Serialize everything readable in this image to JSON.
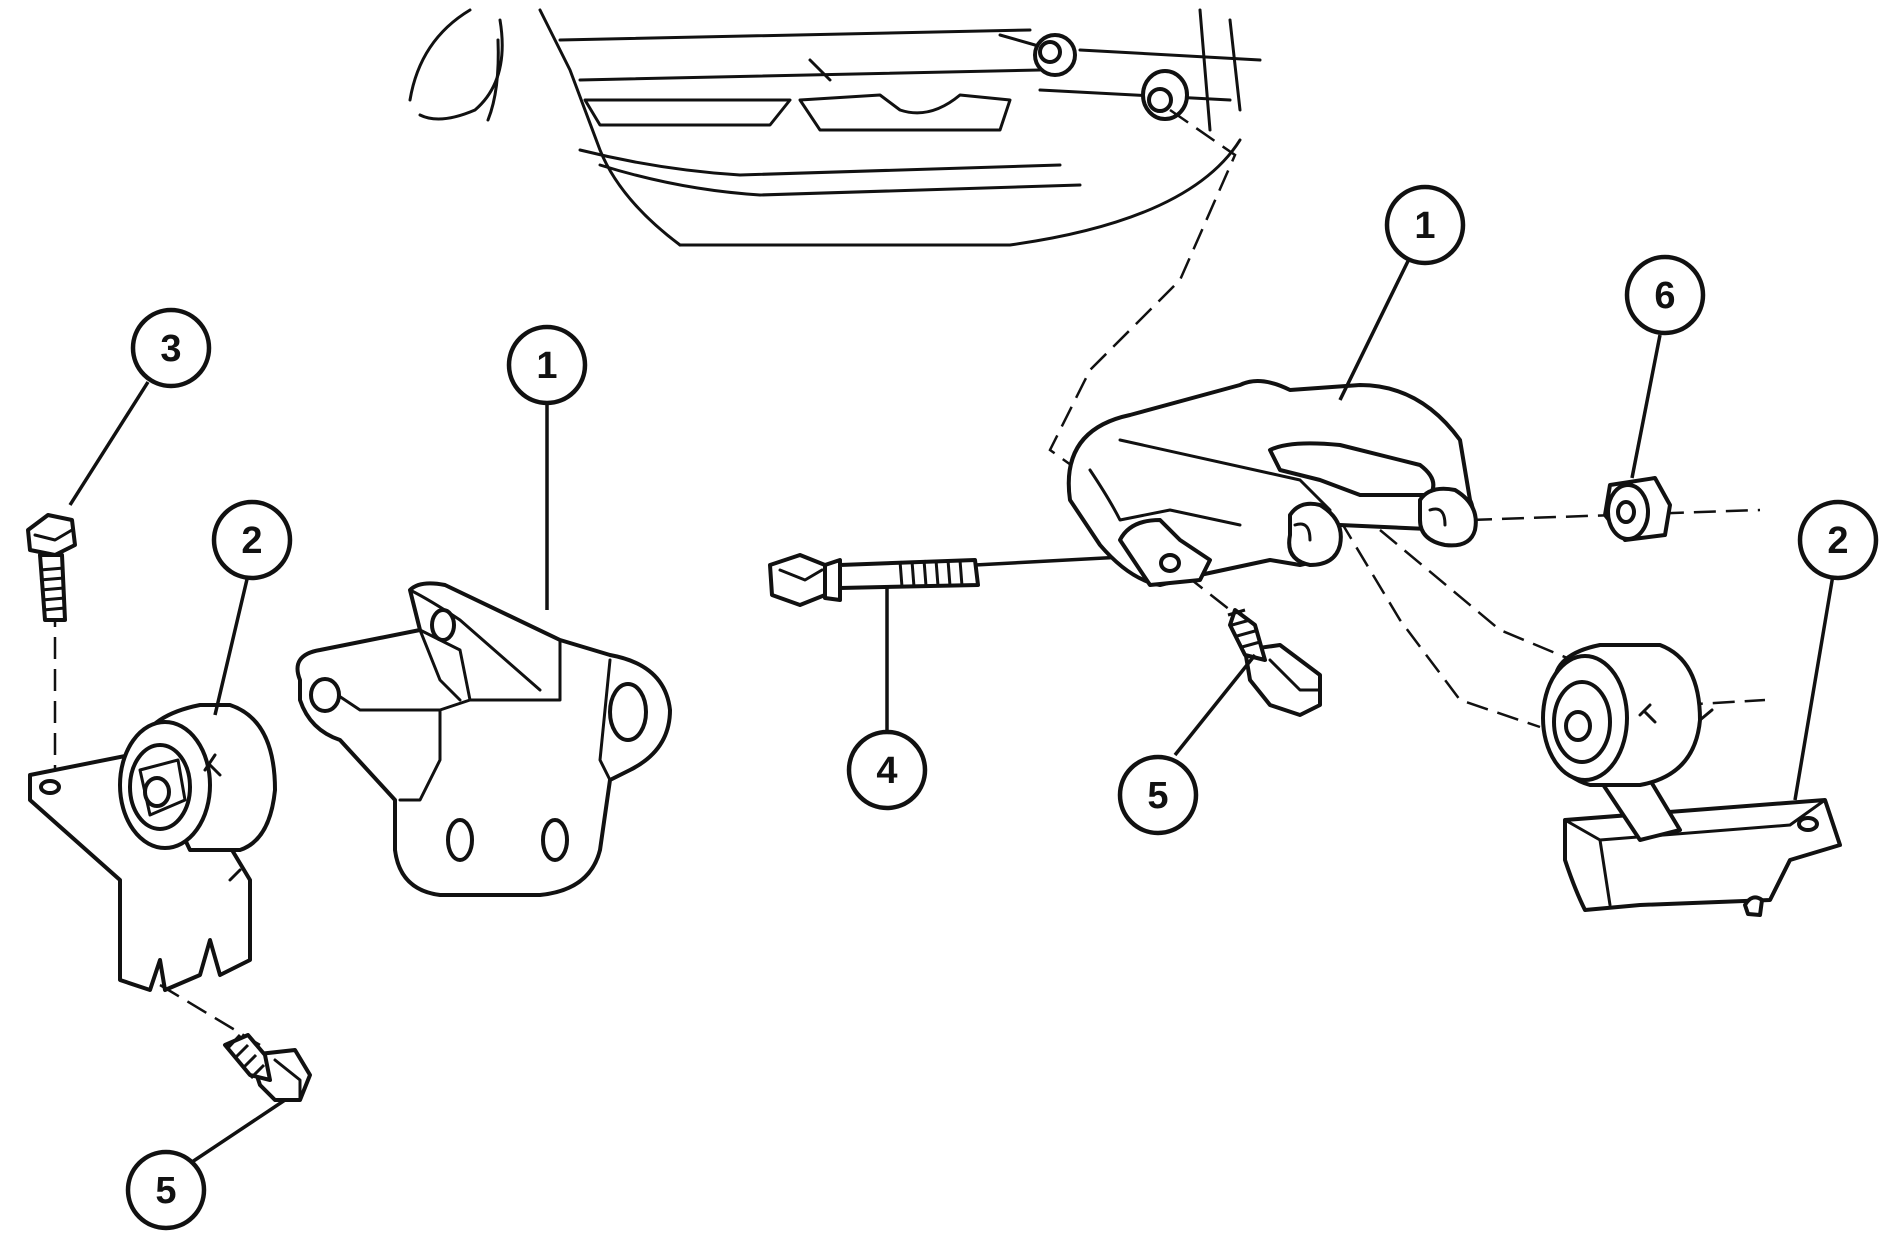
{
  "callouts": [
    {
      "id": "c1-left",
      "label": "1"
    },
    {
      "id": "c1-right",
      "label": "1"
    },
    {
      "id": "c2-left",
      "label": "2"
    },
    {
      "id": "c2-right",
      "label": "2"
    },
    {
      "id": "c3",
      "label": "3"
    },
    {
      "id": "c4",
      "label": "4"
    },
    {
      "id": "c5-left",
      "label": "5"
    },
    {
      "id": "c5-mid",
      "label": "5"
    },
    {
      "id": "c6",
      "label": "6"
    }
  ],
  "colors": {
    "line": "#111111",
    "background": "#ffffff"
  }
}
